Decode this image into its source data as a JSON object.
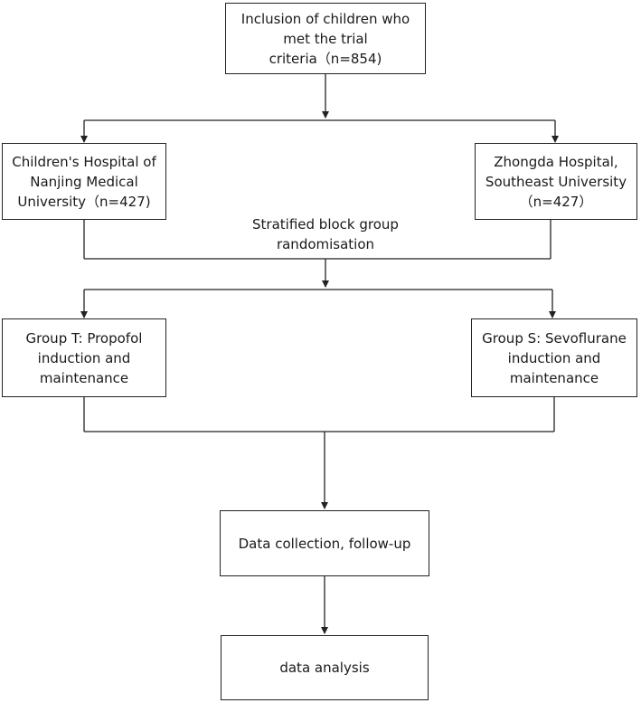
{
  "boxes": {
    "inclusion": [
      "Inclusion of children who",
      "met the trial",
      "criteria（n=854)"
    ],
    "hospital_left": [
      "Children's Hospital of",
      "Nanjing Medical",
      "University（n=427)"
    ],
    "hospital_right": [
      "Zhongda Hospital,",
      "Southeast University",
      "（n=427）"
    ],
    "group_t": [
      "Group T: Propofol",
      "induction and",
      "maintenance"
    ],
    "group_s": [
      "Group S: Sevoflurane",
      "induction and",
      "maintenance"
    ],
    "data_collection": [
      "Data collection, follow-up"
    ],
    "data_analysis": [
      "data analysis"
    ]
  },
  "randomisation_label": [
    "Stratified block group",
    "randomisation"
  ]
}
